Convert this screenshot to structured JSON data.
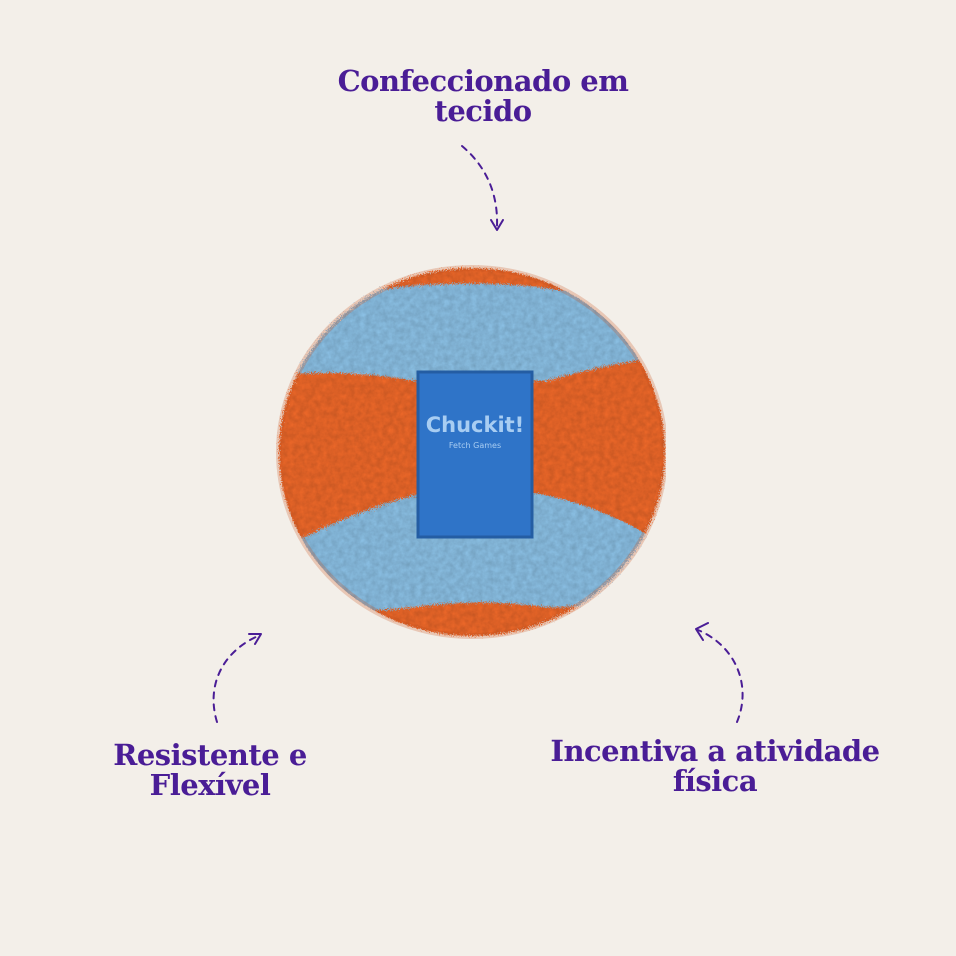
{
  "features": {
    "top": {
      "line1": "Confeccionado em",
      "line2": "tecido"
    },
    "left": {
      "line1": "Resistente e",
      "line2": "Flexível"
    },
    "right": {
      "line1": "Incentiva a atividade",
      "line2": "física"
    }
  },
  "product": {
    "brand": "Chuckit!",
    "tagline": "Fetch Games"
  },
  "colors": {
    "background": "#f3efe9",
    "heading": "#4a1d96",
    "ball_orange": "#f26a2b",
    "ball_blue": "#8dc3e8",
    "label_blue": "#2f74c8"
  }
}
